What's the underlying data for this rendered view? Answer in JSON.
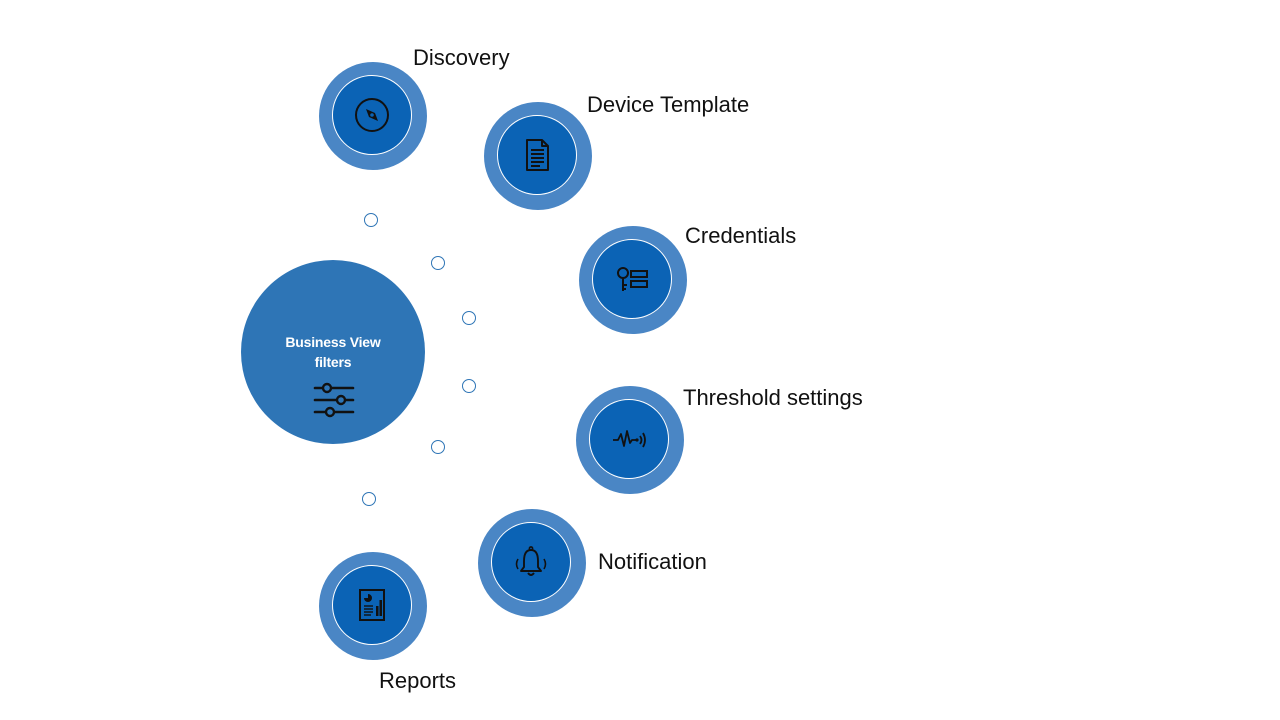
{
  "hub": {
    "line1": "Business View",
    "line2": "filters",
    "icon": "sliders-icon"
  },
  "nodes": [
    {
      "label": "Discovery",
      "icon": "compass-icon"
    },
    {
      "label": "Device Template",
      "icon": "document-icon"
    },
    {
      "label": "Credentials",
      "icon": "key-list-icon"
    },
    {
      "label": "Threshold settings",
      "icon": "signal-wave-icon"
    },
    {
      "label": "Notification",
      "icon": "bell-icon"
    },
    {
      "label": "Reports",
      "icon": "report-icon"
    }
  ],
  "colors": {
    "hub": "#2e75b6",
    "node_outer": "#4a86c5",
    "node_inner": "#0b63b5",
    "connector_dot": "#2e75b6"
  }
}
